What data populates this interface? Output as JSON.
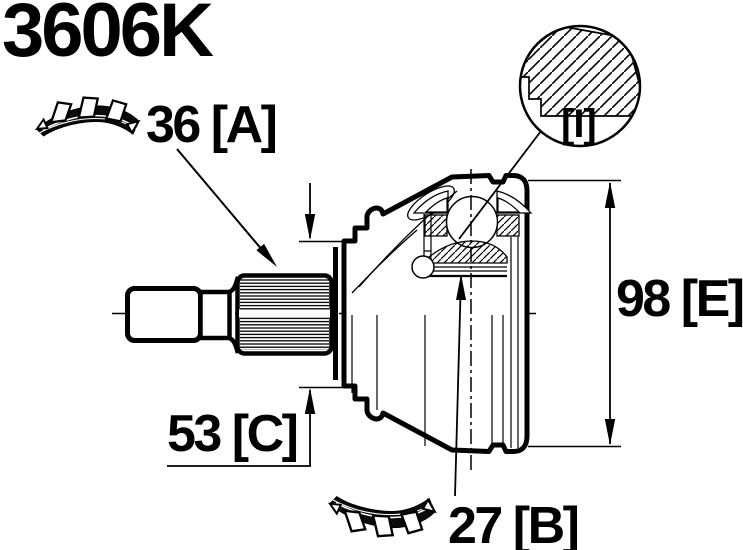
{
  "title": {
    "part_number": "3606K"
  },
  "labels": {
    "shaft_spline": "36 [A]",
    "hub_spline": "27 [B]",
    "length_c": "53 [C]",
    "outer_diameter": "98 [E]",
    "detail": "[I]"
  },
  "icons": {
    "top": "spline-teeth-icon",
    "bottom": "spline-teeth-icon"
  },
  "colors": {
    "ink": "#000000",
    "background": "#ffffff"
  }
}
